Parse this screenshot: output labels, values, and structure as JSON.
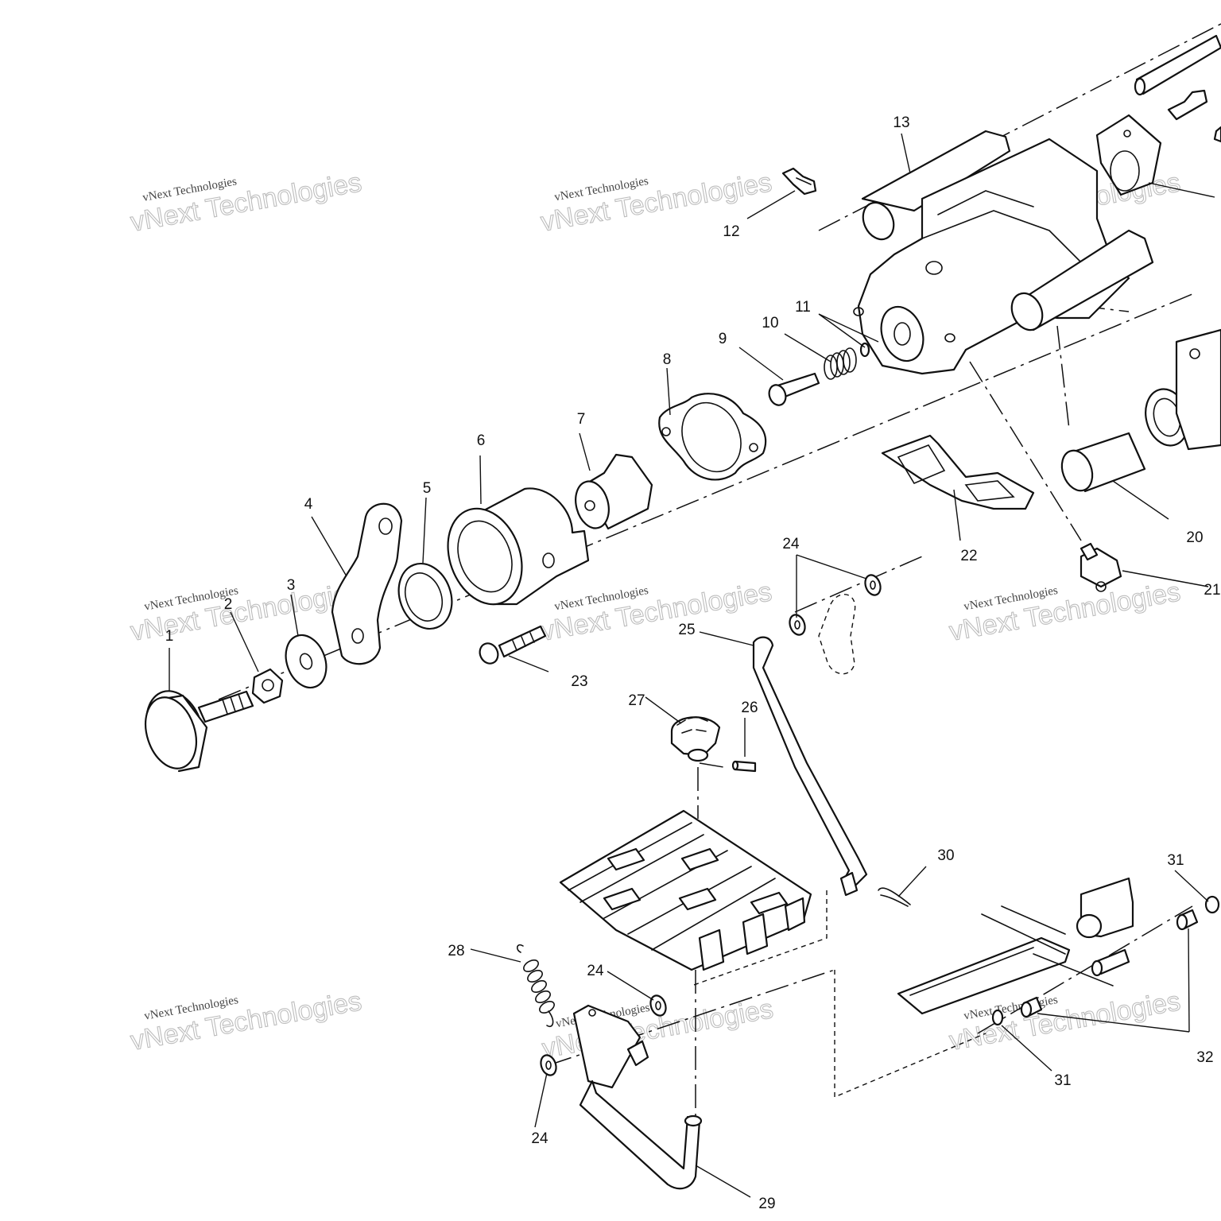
{
  "diagram": {
    "callouts": {
      "c1": "1",
      "c2": "2",
      "c3": "3",
      "c4": "4",
      "c5": "5",
      "c6": "6",
      "c7": "7",
      "c8": "8",
      "c9": "9",
      "c10": "10",
      "c11": "11",
      "c12": "12",
      "c13": "13",
      "c20": "20",
      "c21": "21",
      "c22": "22",
      "c23": "23",
      "c24a": "24",
      "c24b": "24",
      "c24c": "24",
      "c25": "25",
      "c26": "26",
      "c27": "27",
      "c28": "28",
      "c29": "29",
      "c30": "30",
      "c31a": "31",
      "c31b": "31",
      "c32": "32"
    },
    "watermark": {
      "line1": "vNext Technologies",
      "line2": "vNext Technologies"
    },
    "colors": {
      "ink": "#111111",
      "paper": "#ffffff",
      "watermark": "#bdbdbd"
    }
  }
}
